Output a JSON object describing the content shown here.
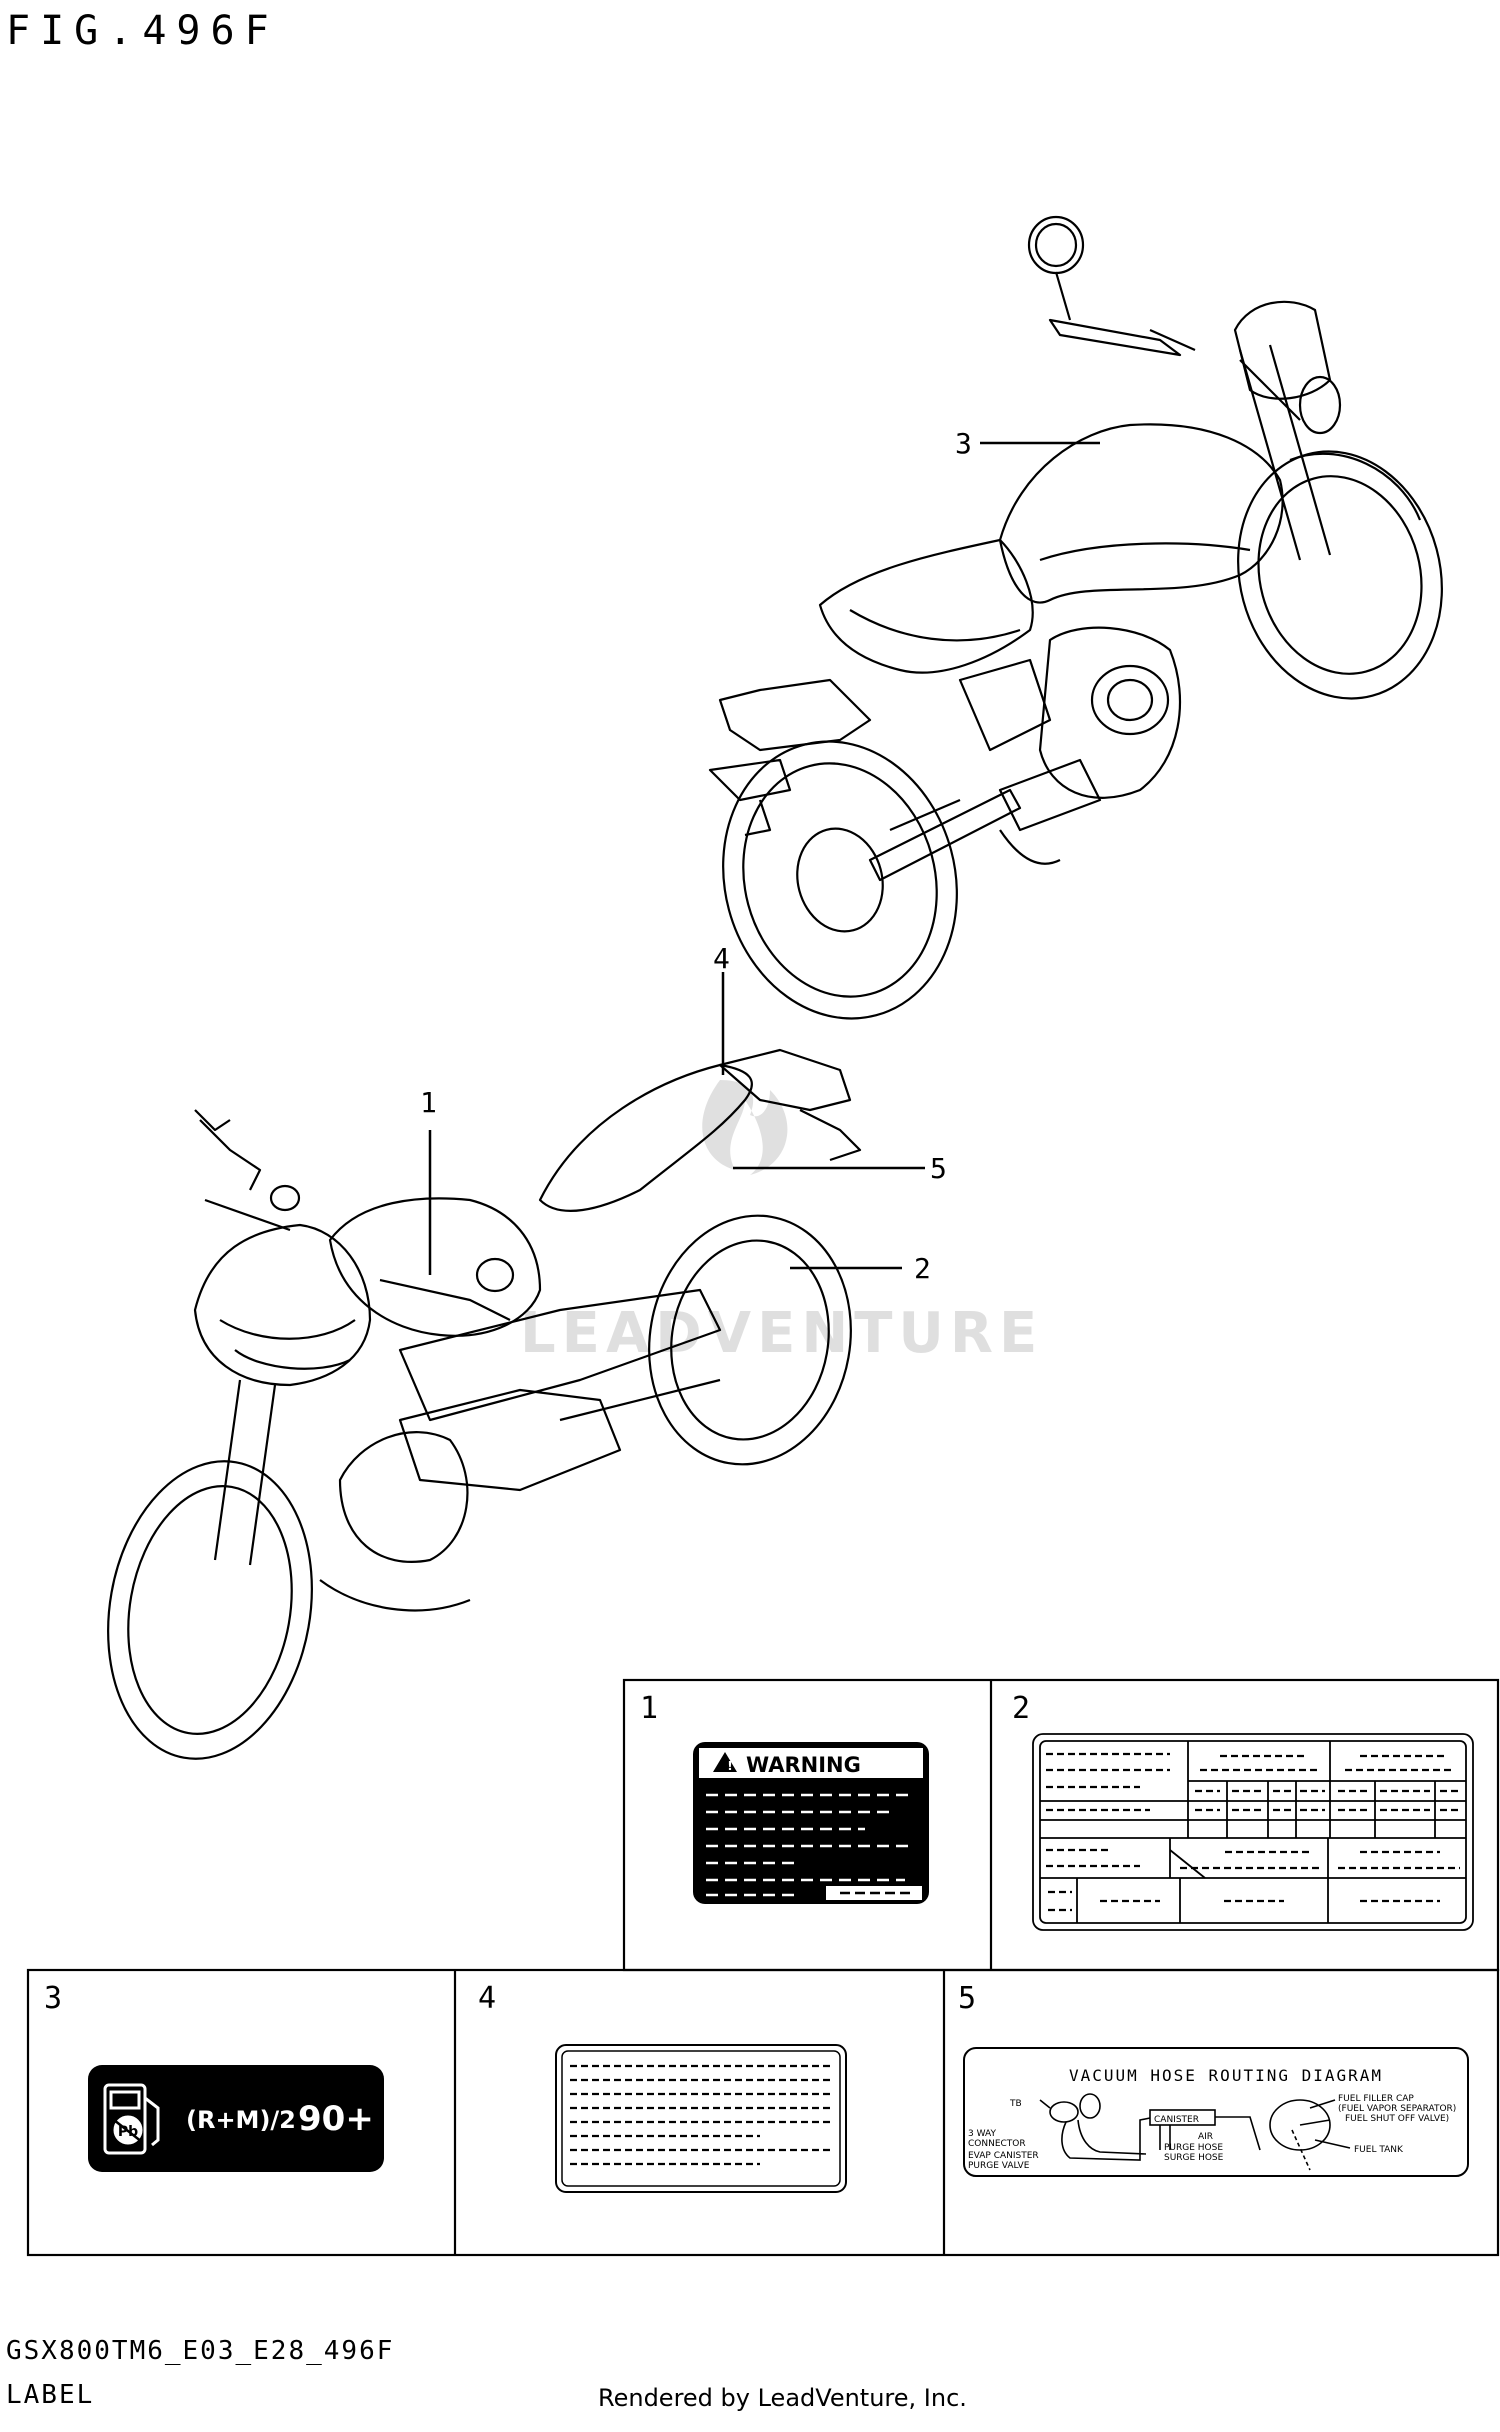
{
  "figure": {
    "title": "FIG.496F",
    "code": "GSX800TM6_E03_E28_496F",
    "label": "LABEL",
    "rendered_by": "Rendered by LeadVenture, Inc.",
    "watermark": "LEADVENTURE"
  },
  "callouts": [
    "1",
    "2",
    "3",
    "4",
    "5"
  ],
  "boxes": {
    "b1": {
      "num": "1",
      "heading": "WARNING"
    },
    "b2": {
      "num": "2"
    },
    "b3": {
      "num": "3",
      "text": "(R+M)/2",
      "value": "90+"
    },
    "b4": {
      "num": "4"
    },
    "b5": {
      "num": "5",
      "title": "VACUUM HOSE ROUTING DIAGRAM",
      "labels": {
        "tb": "TB",
        "way3_a": "3 WAY",
        "way3_b": "CONNECTOR",
        "evap_a": "EVAP CANISTER",
        "evap_b": "PURGE VALVE",
        "canister": "CANISTER",
        "air": "AIR",
        "purge": "PURGE HOSE",
        "surge": "SURGE HOSE",
        "cap_a": "FUEL FILLER CAP",
        "cap_b": "(FUEL VAPOR SEPARATOR)",
        "cap_c": "FUEL SHUT OFF VALVE)",
        "tank": "FUEL TANK"
      }
    }
  }
}
